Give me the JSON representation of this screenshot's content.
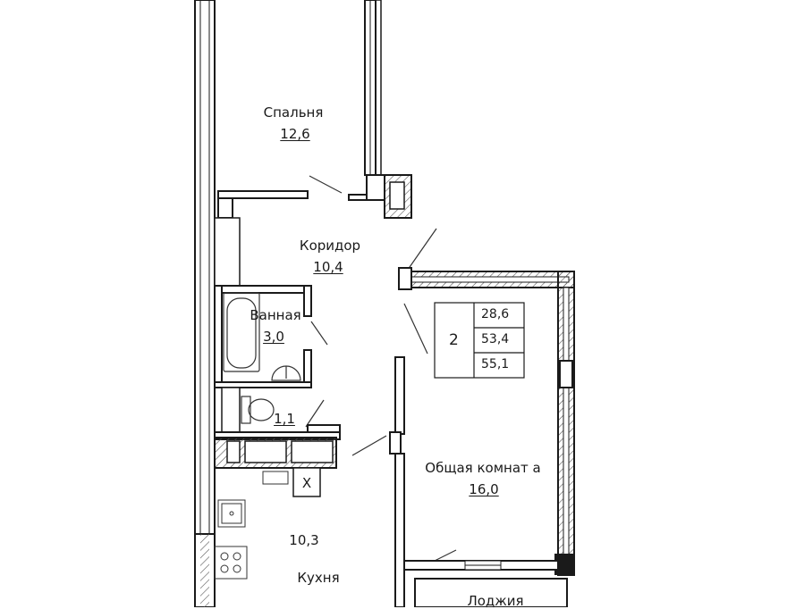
{
  "rooms": {
    "bedroom": {
      "name": "Спальня",
      "area": "12,6"
    },
    "corridor": {
      "name": "Коридор",
      "area": "10,4"
    },
    "bathroom": {
      "name": "Ванная",
      "area": "3,0"
    },
    "toilet": {
      "area": "1,1"
    },
    "kitchen": {
      "name": "Кухня",
      "area": "10,3"
    },
    "living": {
      "name": "Общая комнат а",
      "area": "16,0"
    },
    "loggia": {
      "name": "Лоджия"
    }
  },
  "summary": {
    "rooms_count": "2",
    "living_area": "28,6",
    "total_area": "53,4",
    "total_with_loggia": "55,1"
  },
  "marks": {
    "vent": "X"
  },
  "colors": {
    "wall": "#1a1a1a",
    "hatch": "#555555",
    "line": "#333333"
  }
}
